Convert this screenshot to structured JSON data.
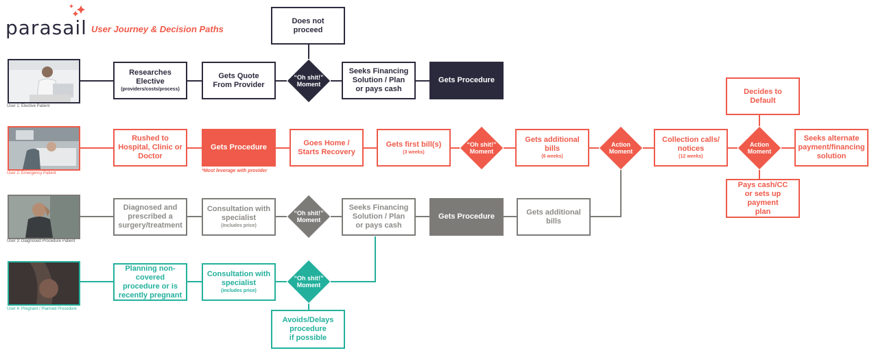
{
  "header": {
    "logo_text": "parasail",
    "title": "User Journey & Decision Paths"
  },
  "colors": {
    "dark": "#2b2a3d",
    "red": "#ef5a4a",
    "gray": "#7d7b78",
    "teal": "#23b09c"
  },
  "users": [
    {
      "caption": "User 1: Elective Patient"
    },
    {
      "caption": "User 2: Emergency Patient"
    },
    {
      "caption": "User 3: Diagnosed Procedure Patient"
    },
    {
      "caption": "User 4: Pregnant / Planned Procedure"
    }
  ],
  "nodes": {
    "u1_research": {
      "title": "Researches\nElective",
      "sub": "(providers/costs/process)"
    },
    "u1_quote": {
      "title": "Gets Quote\nFrom Provider",
      "sub": ""
    },
    "u1_moment": {
      "label": "“Oh shit!”\nMoment"
    },
    "u1_not_proceed": {
      "title": "Does not\nproceed",
      "sub": ""
    },
    "u1_financing": {
      "title": "Seeks Financing\nSolution / Plan\nor pays cash",
      "sub": ""
    },
    "u1_procedure": {
      "title": "Gets Procedure",
      "sub": ""
    },
    "u2_rushed": {
      "title": "Rushed to\nHospital, Clinic or\nDoctor",
      "sub": ""
    },
    "u2_procedure": {
      "title": "Gets Procedure",
      "sub": ""
    },
    "u2_note": "*Most leverage with provider",
    "u2_home": {
      "title": "Goes Home /\nStarts Recovery",
      "sub": ""
    },
    "u2_first_bill": {
      "title": "Gets first bill(s)",
      "sub": "(3 weeks)"
    },
    "u2_moment": {
      "label": "“Oh shit!”\nMoment"
    },
    "u2_additional": {
      "title": "Gets additional\nbills",
      "sub": "(6 weeks)"
    },
    "u2_action1": {
      "label": "Action\nMoment"
    },
    "u2_collection": {
      "title": "Collection calls/\nnotices",
      "sub": "(12 weeks)"
    },
    "u2_action2": {
      "label": "Action\nMoment"
    },
    "u2_default": {
      "title": "Decides to\nDefault",
      "sub": ""
    },
    "u2_alternate": {
      "title": "Seeks alternate\npayment/financing\nsolution",
      "sub": ""
    },
    "u2_pays": {
      "title": "Pays cash/CC\nor sets up payment\nplan",
      "sub": ""
    },
    "u3_diagnosed": {
      "title": "Diagnosed and\nprescribed a\nsurgery/treatment",
      "sub": ""
    },
    "u3_consult": {
      "title": "Consultation with\nspecialist",
      "sub": "(includes price)"
    },
    "u3_moment": {
      "label": "“Oh shit!”\nMoment"
    },
    "u3_financing": {
      "title": "Seeks Financing\nSolution / Plan\nor pays cash",
      "sub": ""
    },
    "u3_procedure": {
      "title": "Gets Procedure",
      "sub": ""
    },
    "u3_additional": {
      "title": "Gets additional\nbills",
      "sub": ""
    },
    "u4_planning": {
      "title": "Planning non-covered\nprocedure or is\nrecently pregnant",
      "sub": ""
    },
    "u4_consult": {
      "title": "Consultation with\nspecialist",
      "sub": "(includes price)"
    },
    "u4_moment": {
      "label": "“Oh shit!”\nMoment"
    },
    "u4_avoids": {
      "title": "Avoids/Delays\nprocedure\nif possible",
      "sub": ""
    }
  }
}
